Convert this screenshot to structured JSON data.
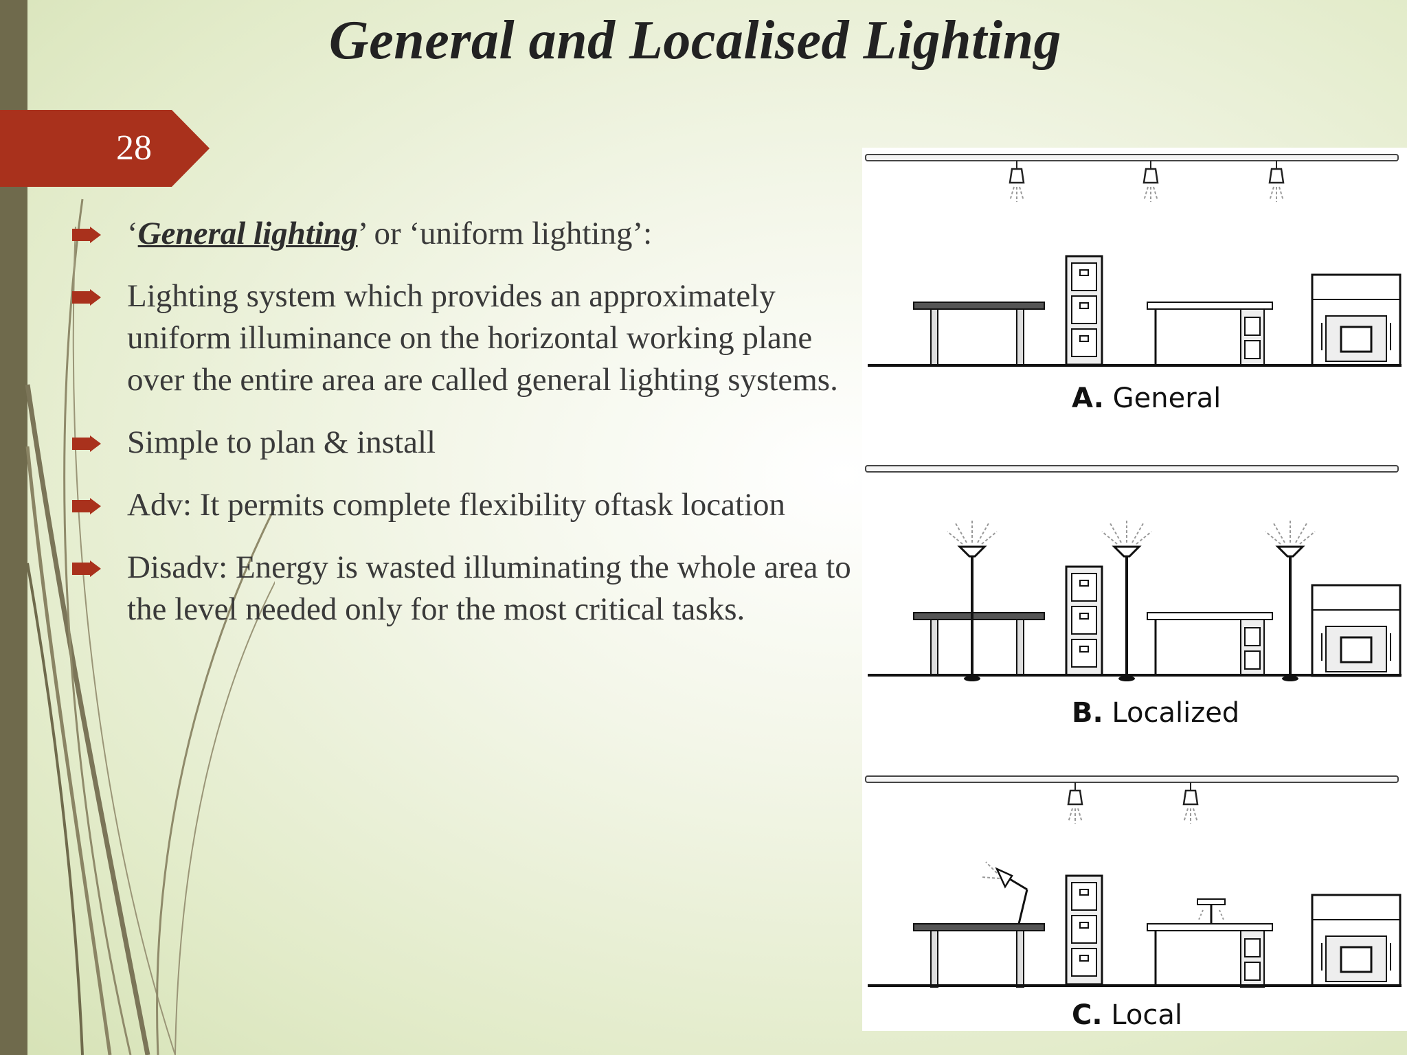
{
  "slide": {
    "title": "General and Localised Lighting",
    "number": "28"
  },
  "bullets": [
    {
      "quote_open": "‘",
      "term": "General lighting",
      "rest": "’ or ‘uniform  lighting’:"
    },
    {
      "text": "Lighting system which provides an approximately uniform illuminance on the horizontal working plane over the entire area are called general lighting systems."
    },
    {
      "text": "Simple to plan & install"
    },
    {
      "text": "Adv: It permits complete flexibility oftask location"
    },
    {
      "text": "Disadv: Energy is wasted illuminating the whole area to the level needed only for the most critical tasks."
    }
  ],
  "figure": {
    "panels": [
      {
        "letter": "A.",
        "label": "General"
      },
      {
        "letter": "B.",
        "label": "Localized"
      },
      {
        "letter": "C.",
        "label": "Local"
      }
    ]
  },
  "colors": {
    "accent_red": "#a9311c",
    "left_bar": "#6f6a4c",
    "bullet_icon": "#a9311c"
  }
}
